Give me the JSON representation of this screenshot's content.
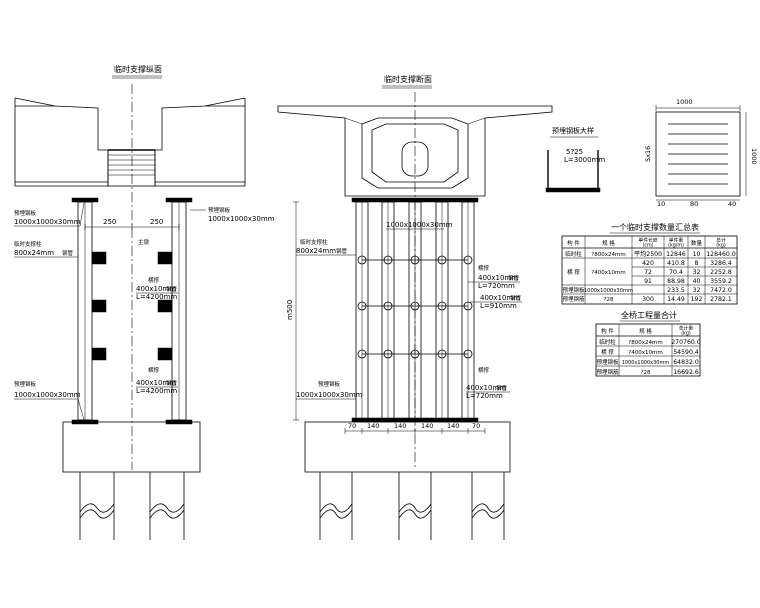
{
  "titles": {
    "longitudinal": "临时支撑纵面",
    "cross": "临时支撑断面",
    "embed_detail": "预埋钢板大样",
    "table1": "一个临时支撑数量汇总表",
    "table2": "全桥工程量合计"
  },
  "left_view": {
    "top_plate_label": "预埋钢板",
    "top_plate_size": "1000x1000x30mm",
    "right_plate_label": "预埋钢板",
    "right_plate_size": "1000x1000x30mm",
    "col_label": "临时支撑柱",
    "col_size": "800x24mm",
    "col_suffix": "钢管",
    "dim_a": "250",
    "dim_b": "250",
    "center_label": "主墩",
    "brace1_label": "横撑",
    "brace1_size": "400x10mm",
    "brace1_suffix": "钢管",
    "brace1_len": "L=4200mm",
    "brace2_label": "横撑",
    "brace2_size": "400x10mm",
    "brace2_suffix": "钢管",
    "brace2_len": "L=4200mm",
    "bottom_plate_label": "预埋钢板",
    "bottom_plate_size": "1000x1000x30mm"
  },
  "middle_view": {
    "top_plate_size": "1000x1000x30mm",
    "col_label": "临时支撑柱",
    "col_size": "800x24mm",
    "col_suffix": "钢管",
    "height_dim": "m500",
    "brace1_label": "横撑",
    "brace1_size": "400x10mm",
    "brace1_suffix": "钢管",
    "brace1_len": "L=720mm",
    "brace2_size": "400x10mm",
    "brace2_suffix": "钢管",
    "brace2_len": "L=910mm",
    "brace3_label": "横撑",
    "brace3_size": "400x10mm",
    "brace3_suffix": "钢管",
    "brace3_len": "L=720mm",
    "bottom_plate_label": "预埋钢板",
    "bottom_plate_size": "1000x1000x30mm",
    "dims": [
      "70",
      "140",
      "140",
      "140",
      "140",
      "70"
    ]
  },
  "embed_detail": {
    "spec": "5?25",
    "length": "L=3000mm"
  },
  "plate_detail": {
    "width": "1000",
    "height": "1000",
    "spacing": "5x16",
    "bottom_dims": [
      "10",
      "80",
      "40"
    ]
  },
  "table1": {
    "headers": [
      "构 件",
      "规 格",
      "单件长度\n(cm)",
      "单件重\n(kg/m)",
      "数量",
      "总计\n(kg)"
    ],
    "rows": [
      [
        "临时柱",
        "?800x24mm",
        "平均2500",
        "12846",
        "10",
        "128460.0"
      ],
      [
        "",
        "",
        "420",
        "410.8",
        "8",
        "3286.4"
      ],
      [
        "横 撑",
        "?400x10mm",
        "72",
        "70.4",
        "32",
        "2252.8"
      ],
      [
        "",
        "",
        "91",
        "88.98",
        "40",
        "3559.2"
      ],
      [
        "预埋钢板",
        "1000x1000x30mm",
        "",
        "233.5",
        "32",
        "7472.0"
      ],
      [
        "预埋钢筋",
        "?28",
        "300",
        "14.49",
        "192",
        "2782.1"
      ]
    ]
  },
  "table2": {
    "headers": [
      "构 件",
      "规 格",
      "总计重\n(kg)"
    ],
    "rows": [
      [
        "临时柱",
        "?800x24mm",
        "270760.0"
      ],
      [
        "横 撑",
        "?400x10mm",
        "54590.4"
      ],
      [
        "预埋钢板",
        "1000x1000x30mm",
        "64832.0"
      ],
      [
        "预埋钢筋",
        "?28",
        "16692.6"
      ]
    ]
  }
}
